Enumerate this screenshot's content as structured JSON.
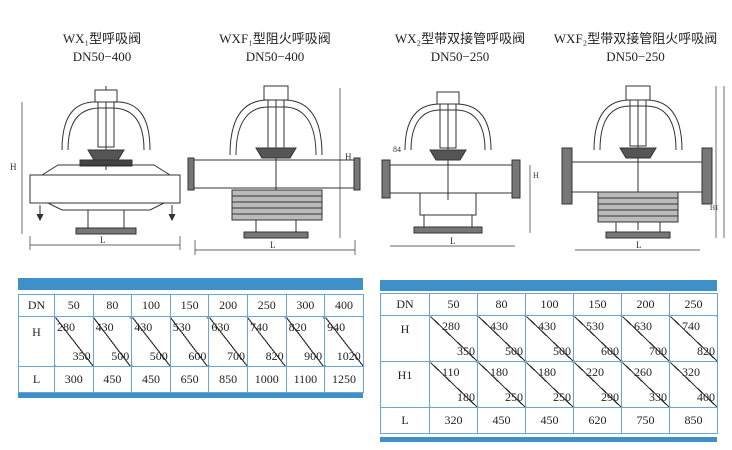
{
  "titles": [
    {
      "line1": "WX₁型呼吸阀",
      "line2": "DN50−400"
    },
    {
      "line1": "WXF₁型阻火呼吸阀",
      "line2": "DN50−400"
    },
    {
      "line1": "WX₂型带双接管呼吸阀",
      "line2": "DN50−250"
    },
    {
      "line1": "WXF₂型带双接管阻火呼吸阀",
      "line2": "DN50−250"
    }
  ],
  "dimension_labels": {
    "h": "H",
    "l": "L",
    "h1": "H1",
    "flange": "84"
  },
  "table1": {
    "row_labels": {
      "dn": "DN",
      "h": "H",
      "l": "L"
    },
    "dn": [
      "50",
      "80",
      "100",
      "150",
      "200",
      "250",
      "300",
      "400"
    ],
    "h_top": [
      "280",
      "430",
      "430",
      "530",
      "630",
      "740",
      "820",
      "940"
    ],
    "h_bottom": [
      "350",
      "500",
      "500",
      "600",
      "700",
      "820",
      "900",
      "1020"
    ],
    "l": [
      "300",
      "450",
      "450",
      "650",
      "850",
      "1000",
      "1100",
      "1250"
    ]
  },
  "table2": {
    "row_labels": {
      "dn": "DN",
      "h": "H",
      "h1": "H1",
      "l": "L"
    },
    "dn": [
      "50",
      "80",
      "100",
      "150",
      "200",
      "250"
    ],
    "h_top": [
      "280",
      "430",
      "430",
      "530",
      "630",
      "740"
    ],
    "h_bottom": [
      "350",
      "500",
      "500",
      "600",
      "700",
      "820"
    ],
    "h1_top": [
      "110",
      "180",
      "180",
      "220",
      "260",
      "320"
    ],
    "h1_bottom": [
      "180",
      "250",
      "250",
      "290",
      "330",
      "400"
    ],
    "l": [
      "320",
      "450",
      "450",
      "620",
      "750",
      "850"
    ]
  },
  "colors": {
    "band": "#3f8fc9",
    "grid": "#6aa5d4",
    "ink": "#222222"
  }
}
